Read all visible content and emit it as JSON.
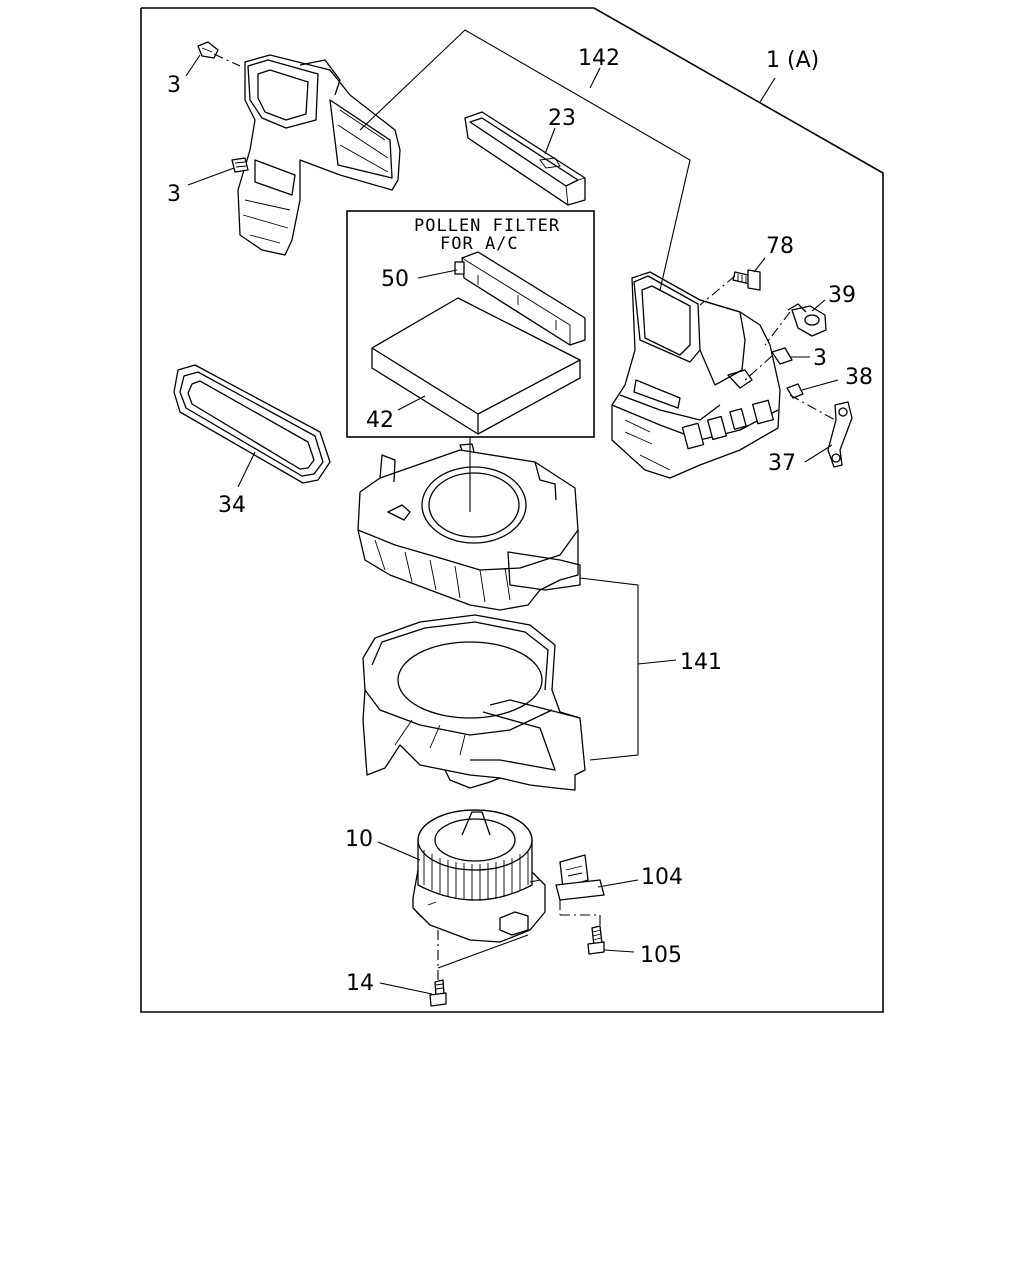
{
  "diagram": {
    "pollen_box_label_line1": "POLLEN FILTER",
    "pollen_box_label_line2": "FOR A/C",
    "callouts": {
      "c3a": "3",
      "c3b": "3",
      "c3c": "3",
      "c142": "142",
      "c1a": "1 (A)",
      "c23": "23",
      "c78": "78",
      "c39": "39",
      "c38": "38",
      "c37": "37",
      "c50": "50",
      "c42": "42",
      "c34": "34",
      "c141": "141",
      "c10": "10",
      "c104": "104",
      "c105": "105",
      "c14": "14"
    }
  }
}
